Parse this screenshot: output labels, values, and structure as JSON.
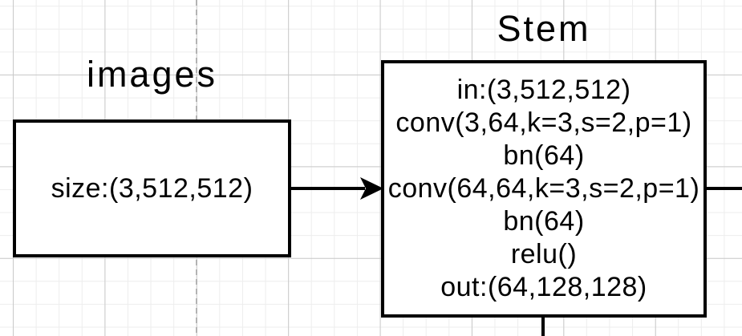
{
  "colors": {
    "stroke": "#000000",
    "node_fill": "#ffffff",
    "grid_minor": "#ededed",
    "grid_major": "#c9c9c9",
    "page_divider": "#b3b3b3",
    "text": "#000000"
  },
  "nodes": {
    "images": {
      "label": "images",
      "body": "size:(3,512,512)"
    },
    "stem": {
      "label": "Stem",
      "lines": [
        "in:(3,512,512)",
        "conv(3,64,k=3,s=2,p=1)",
        "bn(64)",
        "conv(64,64,k=3,s=2,p=1)",
        "bn(64)",
        "relu()",
        "out:(64,128,128)"
      ]
    }
  },
  "edges": [
    {
      "from": "images",
      "to": "stem",
      "arrow": "filled-triangle"
    },
    {
      "from": "stem",
      "to": "right-edge",
      "arrow": "none"
    },
    {
      "from": "stem",
      "to": "bottom-edge",
      "arrow": "none"
    }
  ]
}
